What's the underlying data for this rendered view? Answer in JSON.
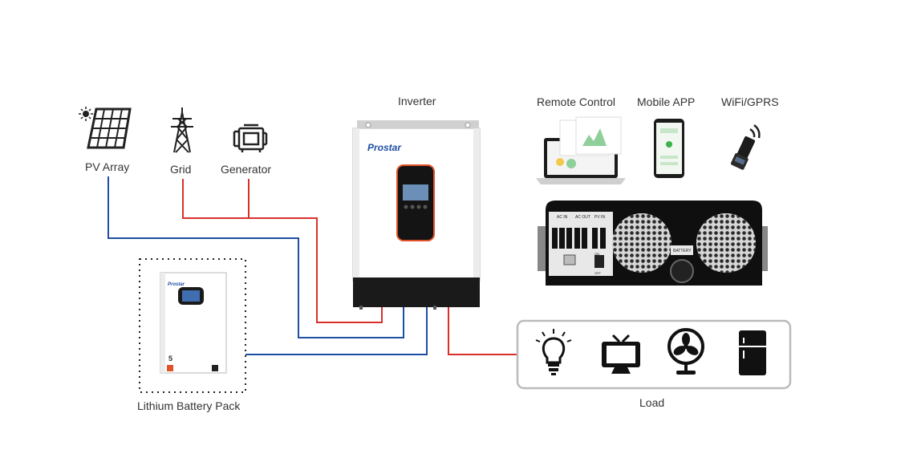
{
  "labels": {
    "pv_array": "PV Array",
    "grid": "Grid",
    "generator": "Generator",
    "inverter": "Inverter",
    "remote_control": "Remote Control",
    "mobile_app": "Mobile APP",
    "wifi_gprs": "WiFi/GPRS",
    "battery_pack": "Lithium Battery Pack",
    "load": "Load"
  },
  "brand": {
    "inverter_logo": "Prostar",
    "battery_logo": "Prostar",
    "battery_badge": "5"
  },
  "rear_panel": {
    "ac_in": "AC IN",
    "ac_out": "AC OUT",
    "pv_in": "PV IN",
    "battery": "BATTERY",
    "on": "ON",
    "off": "OFF"
  },
  "colors": {
    "line_red": "#d9302b",
    "line_blue": "#1f4fa3",
    "inverter_accent": "#e0522a",
    "inverter_base": "#1a1a1a"
  },
  "icons": {
    "pv_array": "solar-panel-icon",
    "grid": "power-tower-icon",
    "generator": "generator-icon",
    "wifi_gprs": "wifi-dongle-icon",
    "load_items": [
      "light-bulb-icon",
      "tv-icon",
      "fan-icon",
      "fridge-icon"
    ]
  }
}
